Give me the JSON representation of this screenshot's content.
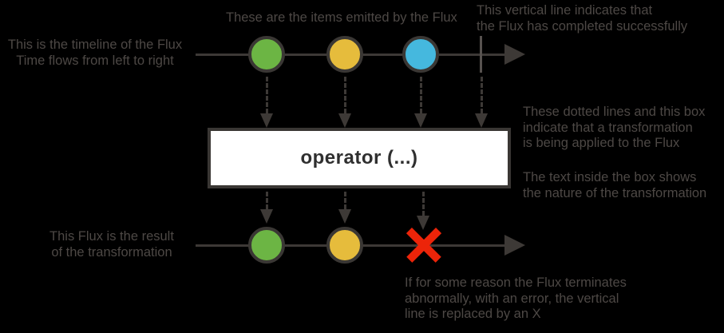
{
  "colors": {
    "background": "#000000",
    "line": "#3d3936",
    "completion_line": "#57524f",
    "annotation_text": "#4d4845",
    "marble_border": "#3a3734",
    "marble_green": "#6cb544",
    "marble_yellow": "#e6bc3c",
    "marble_blue": "#45b8de",
    "error_red": "#ec2409",
    "operator_box_bg": "#ffffff",
    "operator_box_border": "#3a3734",
    "operator_box_text": "#2f2f2f"
  },
  "operator_box": {
    "label": "operator (...)"
  },
  "annotations": {
    "source_timeline": "This is the timeline of the Flux\nTime flows from left to right",
    "emitted_items": "These are the items emitted by the Flux",
    "completion": "This vertical line indicates that\nthe Flux has completed successfully",
    "transformation": "These dotted lines and this box\nindicate that a transformation\nis being applied to the Flux",
    "box_text": "The text inside the box shows\nthe nature of the transformation",
    "result": "This Flux is the result\nof the transformation",
    "error": "If for some reason the Flux terminates\nabnormally, with an error, the vertical\nline is replaced by an X"
  },
  "source_flux": {
    "marbles": [
      "green",
      "yellow",
      "blue"
    ],
    "terminal": "complete"
  },
  "result_flux": {
    "marbles": [
      "green",
      "yellow"
    ],
    "terminal": "error"
  }
}
